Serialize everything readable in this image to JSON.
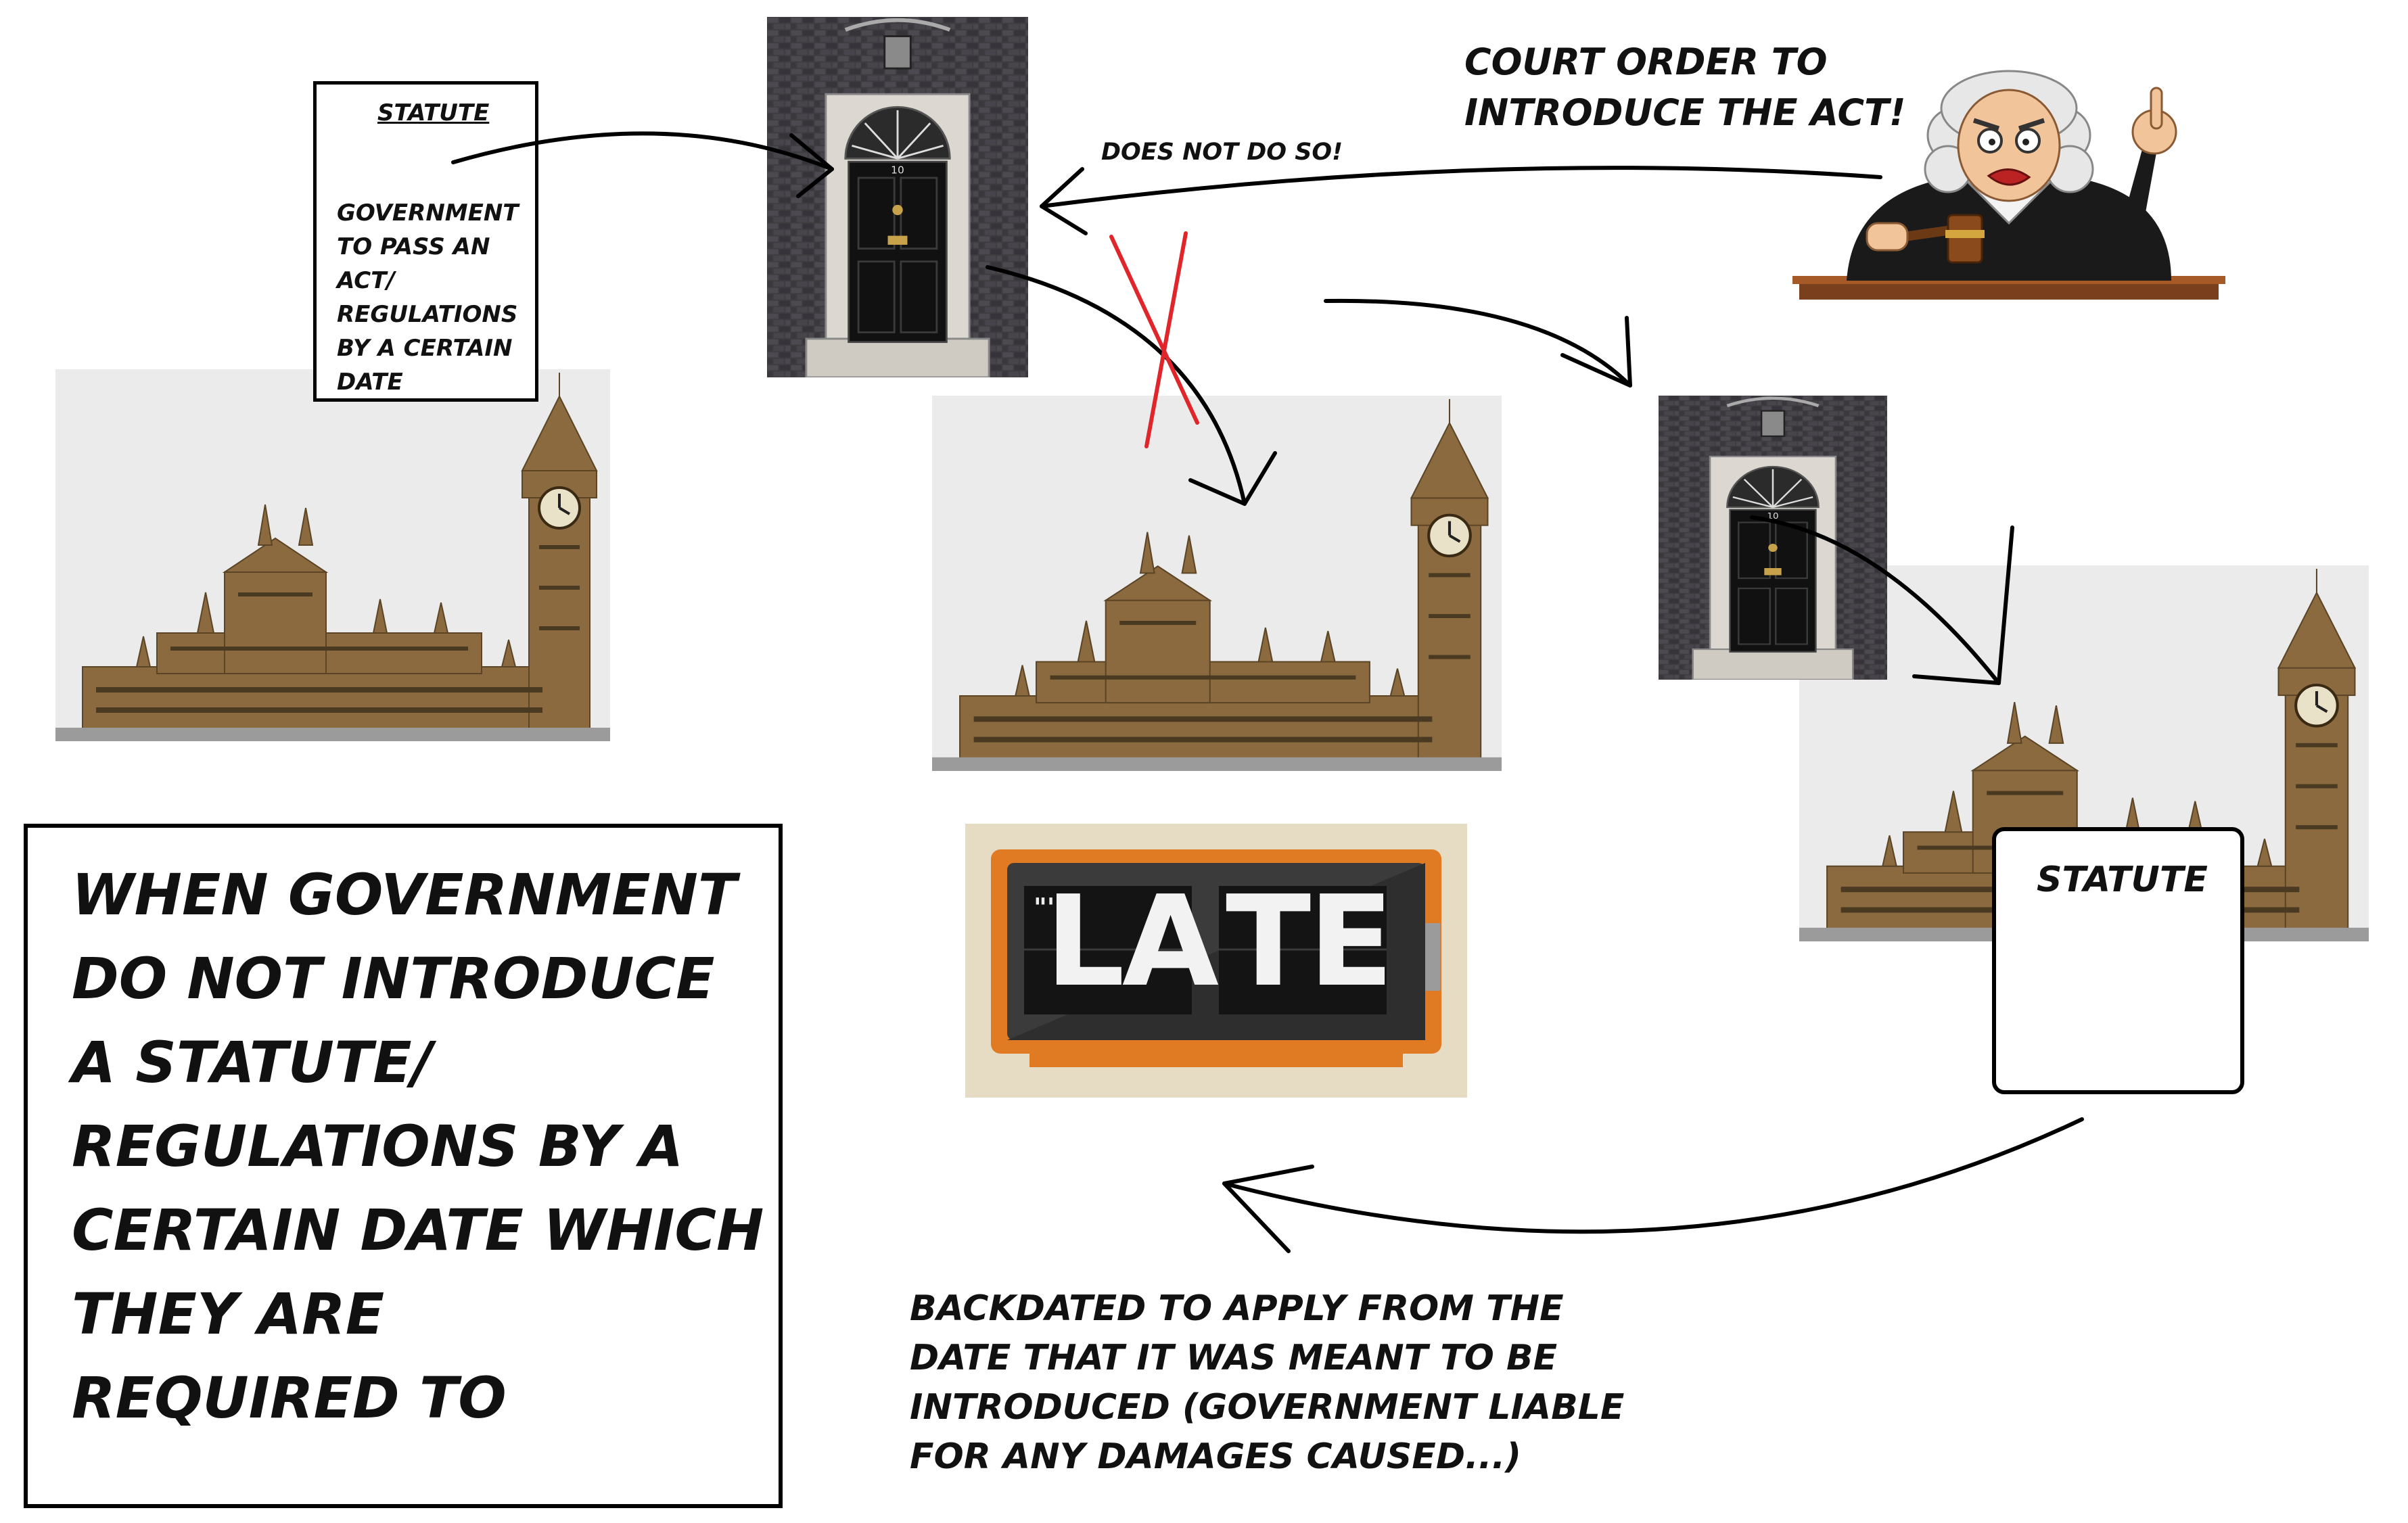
{
  "statute_note": {
    "title": "STATUTE",
    "lines": [
      "GOVERNMENT",
      "TO PASS AN",
      "ACT/",
      "REGULATIONS",
      "BY A CERTAIN",
      "DATE"
    ]
  },
  "court_order_lines": [
    "COURT ORDER TO",
    "INTRODUCE THE ACT!"
  ],
  "does_not_do_so": "DOES NOT DO SO!",
  "statute_box_title": "STATUTE",
  "late_clock": {
    "left_panel": "LA",
    "right_panel": "TE",
    "mark": "\"'"
  },
  "summary_lines": [
    "WHEN GOVERNMENT",
    "DO NOT INTRODUCE",
    "A STATUTE/",
    "REGULATIONS BY A",
    "CERTAIN DATE WHICH",
    "THEY ARE",
    "REQUIRED TO"
  ],
  "backdated_lines": [
    "BACKDATED TO APPLY FROM THE",
    "DATE THAT IT WAS MEANT TO BE",
    "INTRODUCED (GOVERNMENT LIABLE",
    "FOR ANY DAMAGES CAUSED...)"
  ],
  "colors": {
    "clock_orange": "#e07a23",
    "clock_dark": "#3b3b3b",
    "cross_red": "#e0252b",
    "brick": "#3f3c40",
    "stone": "#dcd8d1",
    "parliament": "#8a6a3e",
    "sky": "#ebebeb"
  }
}
